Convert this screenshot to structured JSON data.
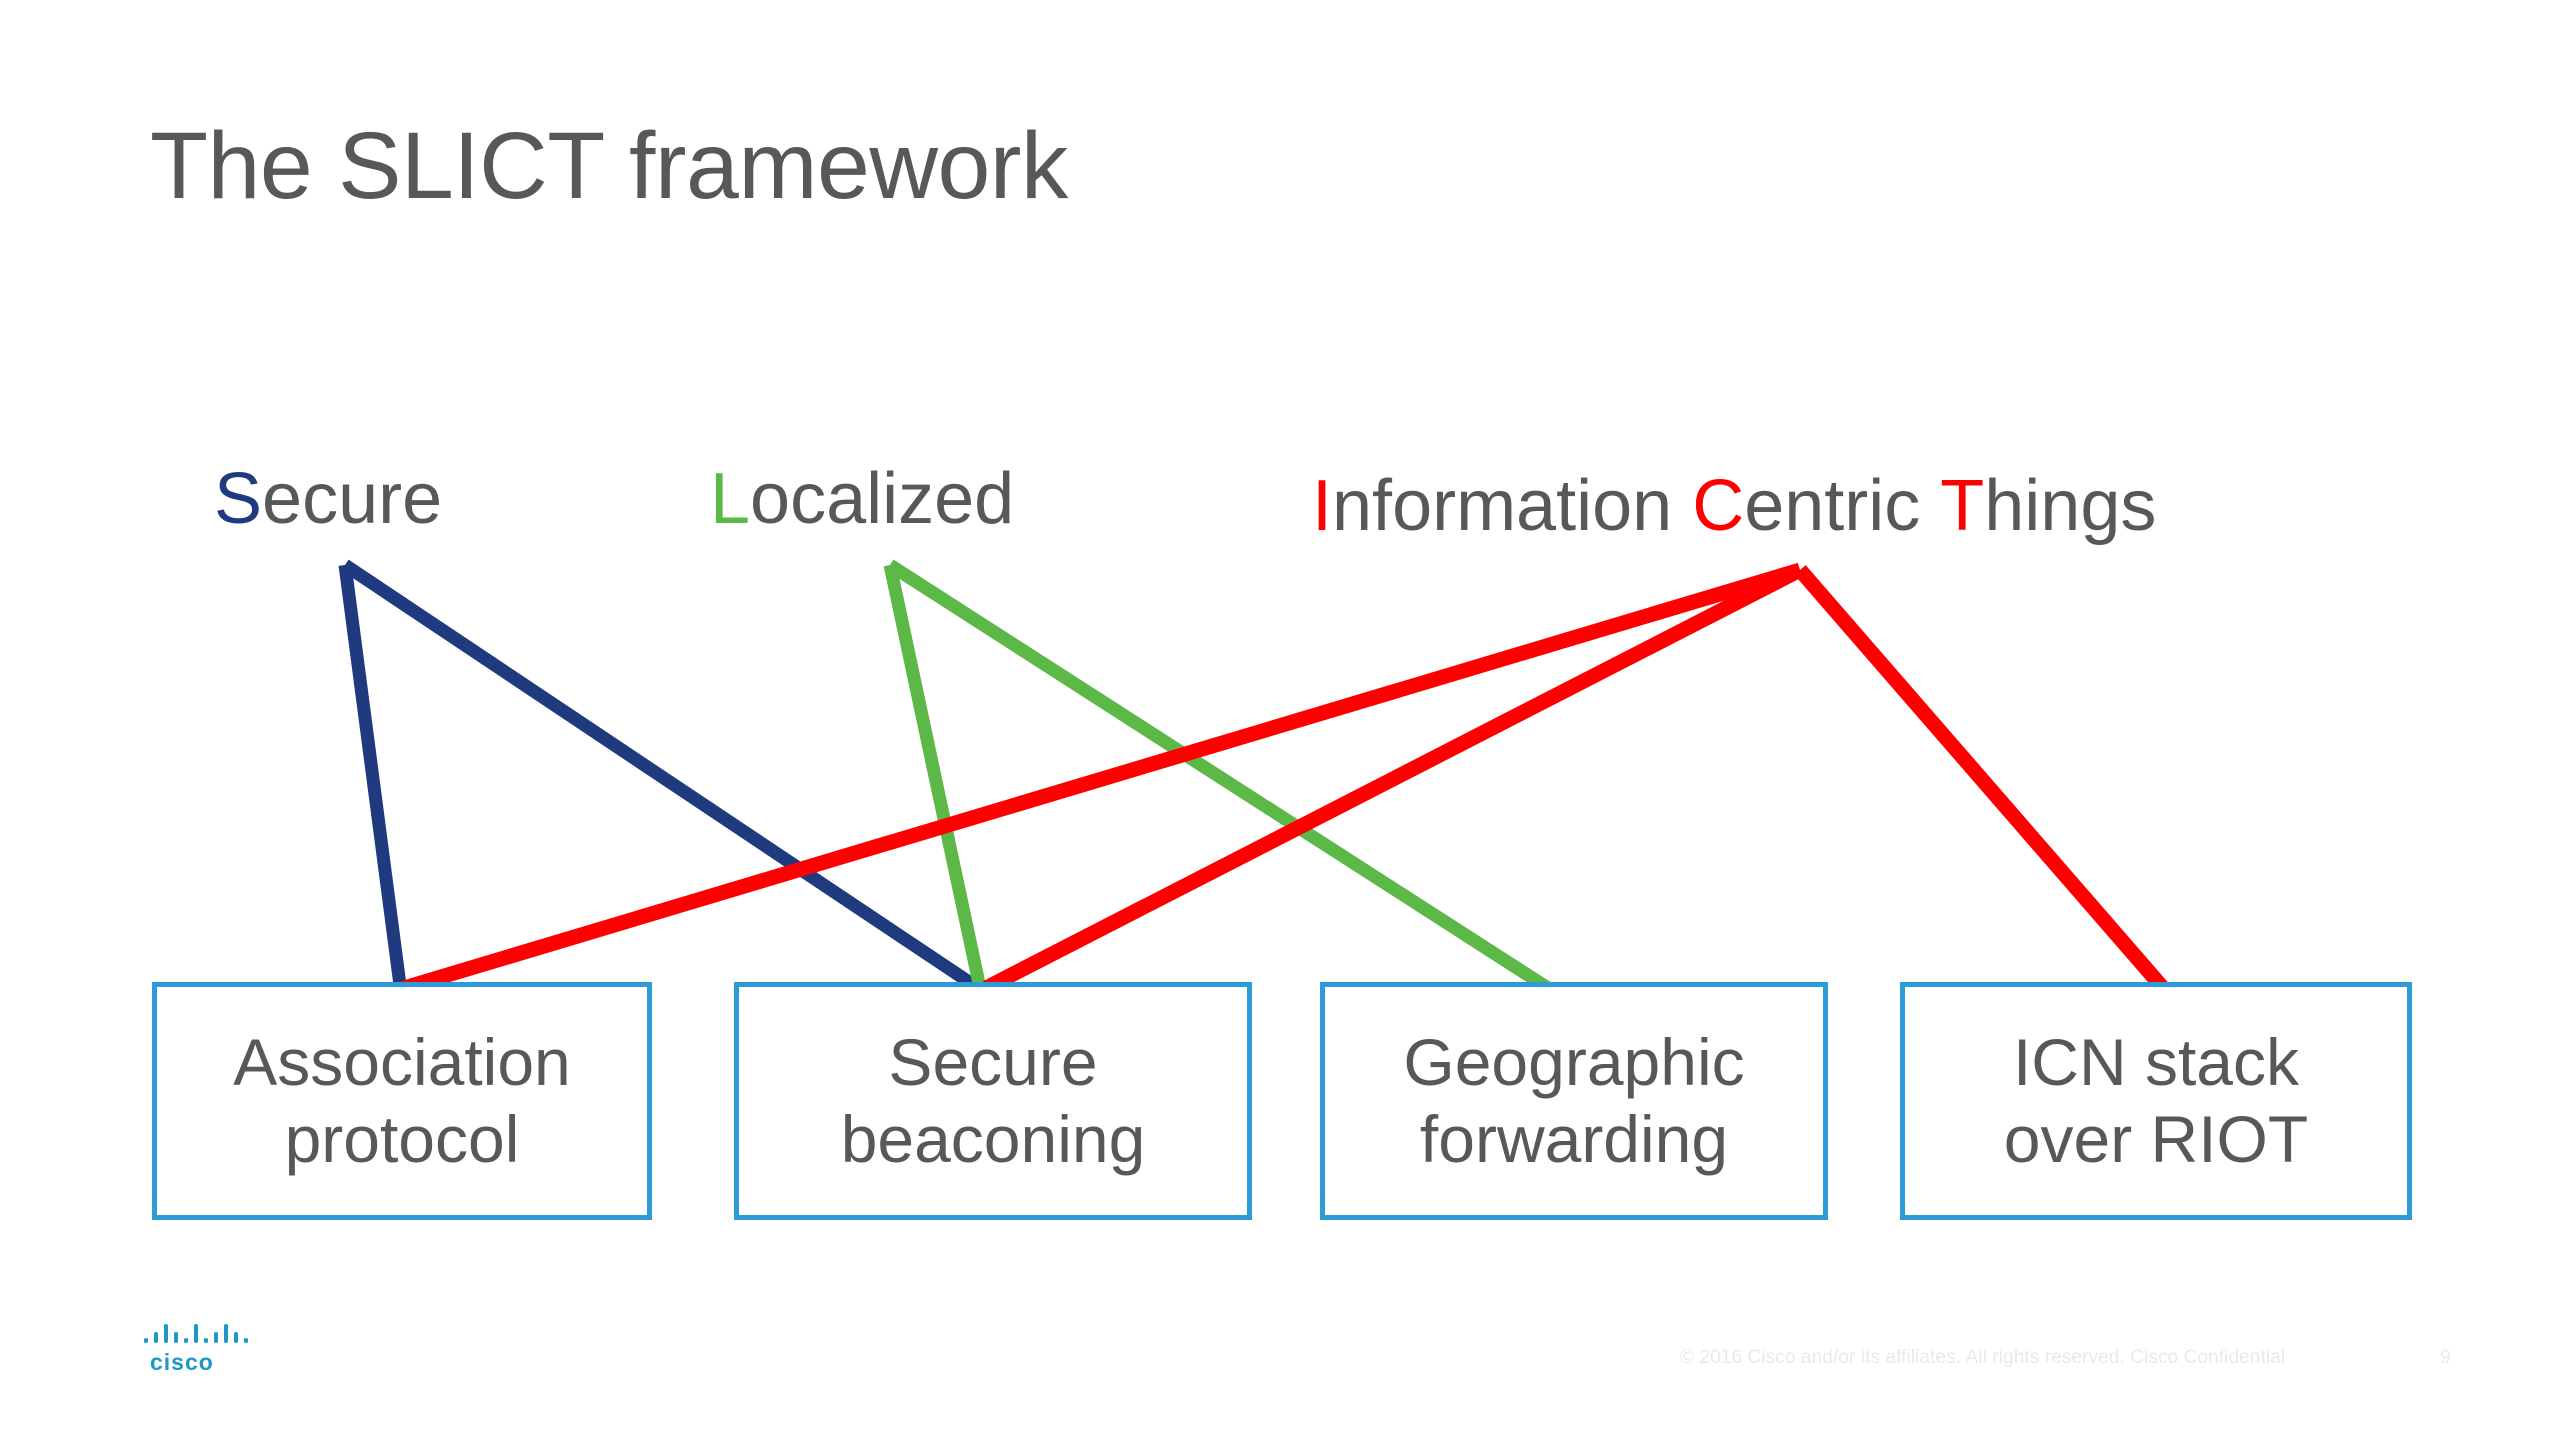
{
  "slide": {
    "title": "The SLICT framework",
    "background": "#ffffff",
    "text_color": "#58585a"
  },
  "colors": {
    "navy": "#1f3a7e",
    "green": "#5cb947",
    "red": "#ff0000",
    "box_border": "#2e9bd6",
    "cisco_blue": "#1b97c8",
    "title_gray": "#58585a",
    "footer_gray": "#e9e9e9"
  },
  "pillars": [
    {
      "id": "secure",
      "initial": "S",
      "rest": "ecure",
      "initial_color": "#1f3a7e",
      "full": "Secure"
    },
    {
      "id": "localized",
      "initial": "L",
      "rest": "ocalized",
      "initial_color": "#5cb947",
      "full": "Localized"
    },
    {
      "id": "ict",
      "initial": "I",
      "rest": "nformation",
      "initial_color": "#ff0000",
      "full": "Information Centric Things",
      "part2_initial": "C",
      "part2_rest": "entric",
      "part3_initial": "T",
      "part3_rest": "hings"
    }
  ],
  "boxes": [
    {
      "id": "association-protocol",
      "line1": "Association",
      "line2": "protocol"
    },
    {
      "id": "secure-beaconing",
      "line1": "Secure",
      "line2": "beaconing"
    },
    {
      "id": "geographic-forwarding",
      "line1": "Geographic",
      "line2": "forwarding"
    },
    {
      "id": "icn-stack-over-riot",
      "line1": "ICN stack",
      "line2": "over RIOT"
    }
  ],
  "connectors": [
    {
      "from": "secure",
      "to": "association-protocol",
      "color": "#1f3a7e"
    },
    {
      "from": "secure",
      "to": "secure-beaconing",
      "color": "#1f3a7e"
    },
    {
      "from": "localized",
      "to": "secure-beaconing",
      "color": "#5cb947"
    },
    {
      "from": "localized",
      "to": "geographic-forwarding",
      "color": "#5cb947"
    },
    {
      "from": "ict",
      "to": "association-protocol",
      "color": "#ff0000"
    },
    {
      "from": "ict",
      "to": "secure-beaconing",
      "color": "#ff0000"
    },
    {
      "from": "ict",
      "to": "icn-stack-over-riot",
      "color": "#ff0000"
    }
  ],
  "footer": {
    "copyright": "© 2016  Cisco and/or its affiliates. All rights reserved.   Cisco Confidential",
    "page_number": "9",
    "logo_wordmark": "cisco"
  }
}
